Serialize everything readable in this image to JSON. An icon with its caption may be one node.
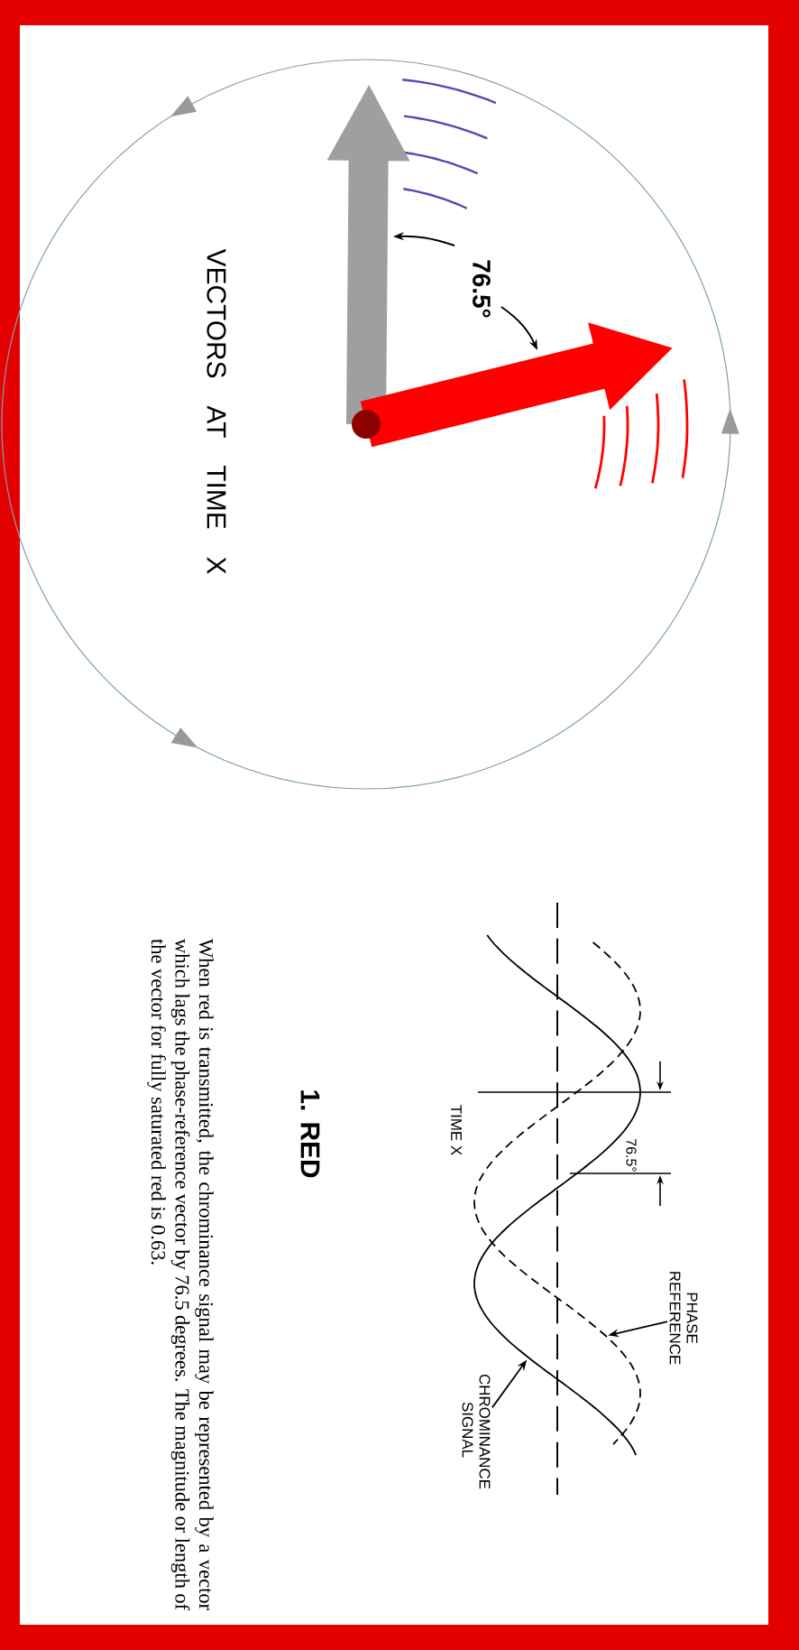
{
  "diagram": {
    "title": "1. RED",
    "caption": "When red is transmitted, the chrominance signal may be represented by a vector which lags the phase-reference vector by 76.5 degrees. The magnitude or length of the vector for fully saturated red is 0.63.",
    "nodes": [
      {
        "text": [
          "PHASE REFERENCE"
        ]
      },
      {
        "text": [],
        "shape": "wave"
      },
      {
        "text": [
          "CHROMINANCE SIGNAL"
        ]
      },
      {
        "text": [],
        "shape": "wave"
      }
    ],
    "edges": [
      {
        "from": 0,
        "to": 1,
        "arrow": "to"
      },
      {
        "from": 2,
        "to": 3,
        "arrow": "to"
      }
    ],
    "labels": [
      "VECTORS AT TIME X",
      "76.5°",
      "TIME X",
      "76.5°"
    ]
  }
}
